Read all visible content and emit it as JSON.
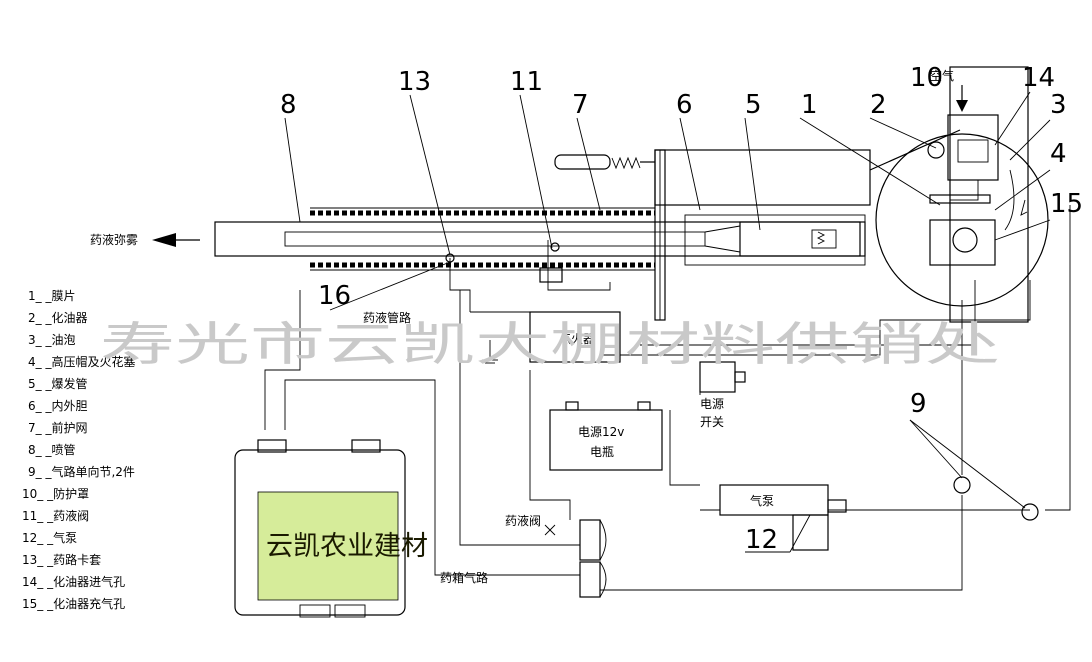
{
  "callouts": [
    "8",
    "13",
    "11",
    "7",
    "6",
    "5",
    "1",
    "2",
    "10",
    "14",
    "3",
    "4",
    "15",
    "16",
    "9",
    "12"
  ],
  "labels": {
    "spray_out": "药液弥雾",
    "liquid_pipe": "药液管路",
    "igniter": "点火器",
    "battery": "电源12v",
    "battery_sub": "电瓶",
    "power_switch_1": "电源",
    "power_switch_2": "开关",
    "air_pump": "气泵",
    "liquid_valve": "药液阀",
    "tank_air_path": "药箱气路",
    "air_in": "空气",
    "tank_brand": "云凯农业建材"
  },
  "legend": [
    "1_ _膜片",
    "2_ _化油器",
    "3_ _油泡",
    "4_ _高压帽及火花塞",
    "5_ _爆发管",
    "6_ _内外胆",
    "7_ _前护网",
    "8_ _喷管",
    "9_ _气路单向节,2件",
    "10_ _防护罩",
    "11_ _药液阀",
    "12_ _气泵",
    "13_ _药路卡套",
    "14_ _化油器进气孔",
    "15_ _化油器充气孔"
  ],
  "watermark": "寿光市云凯大棚材料供销处"
}
